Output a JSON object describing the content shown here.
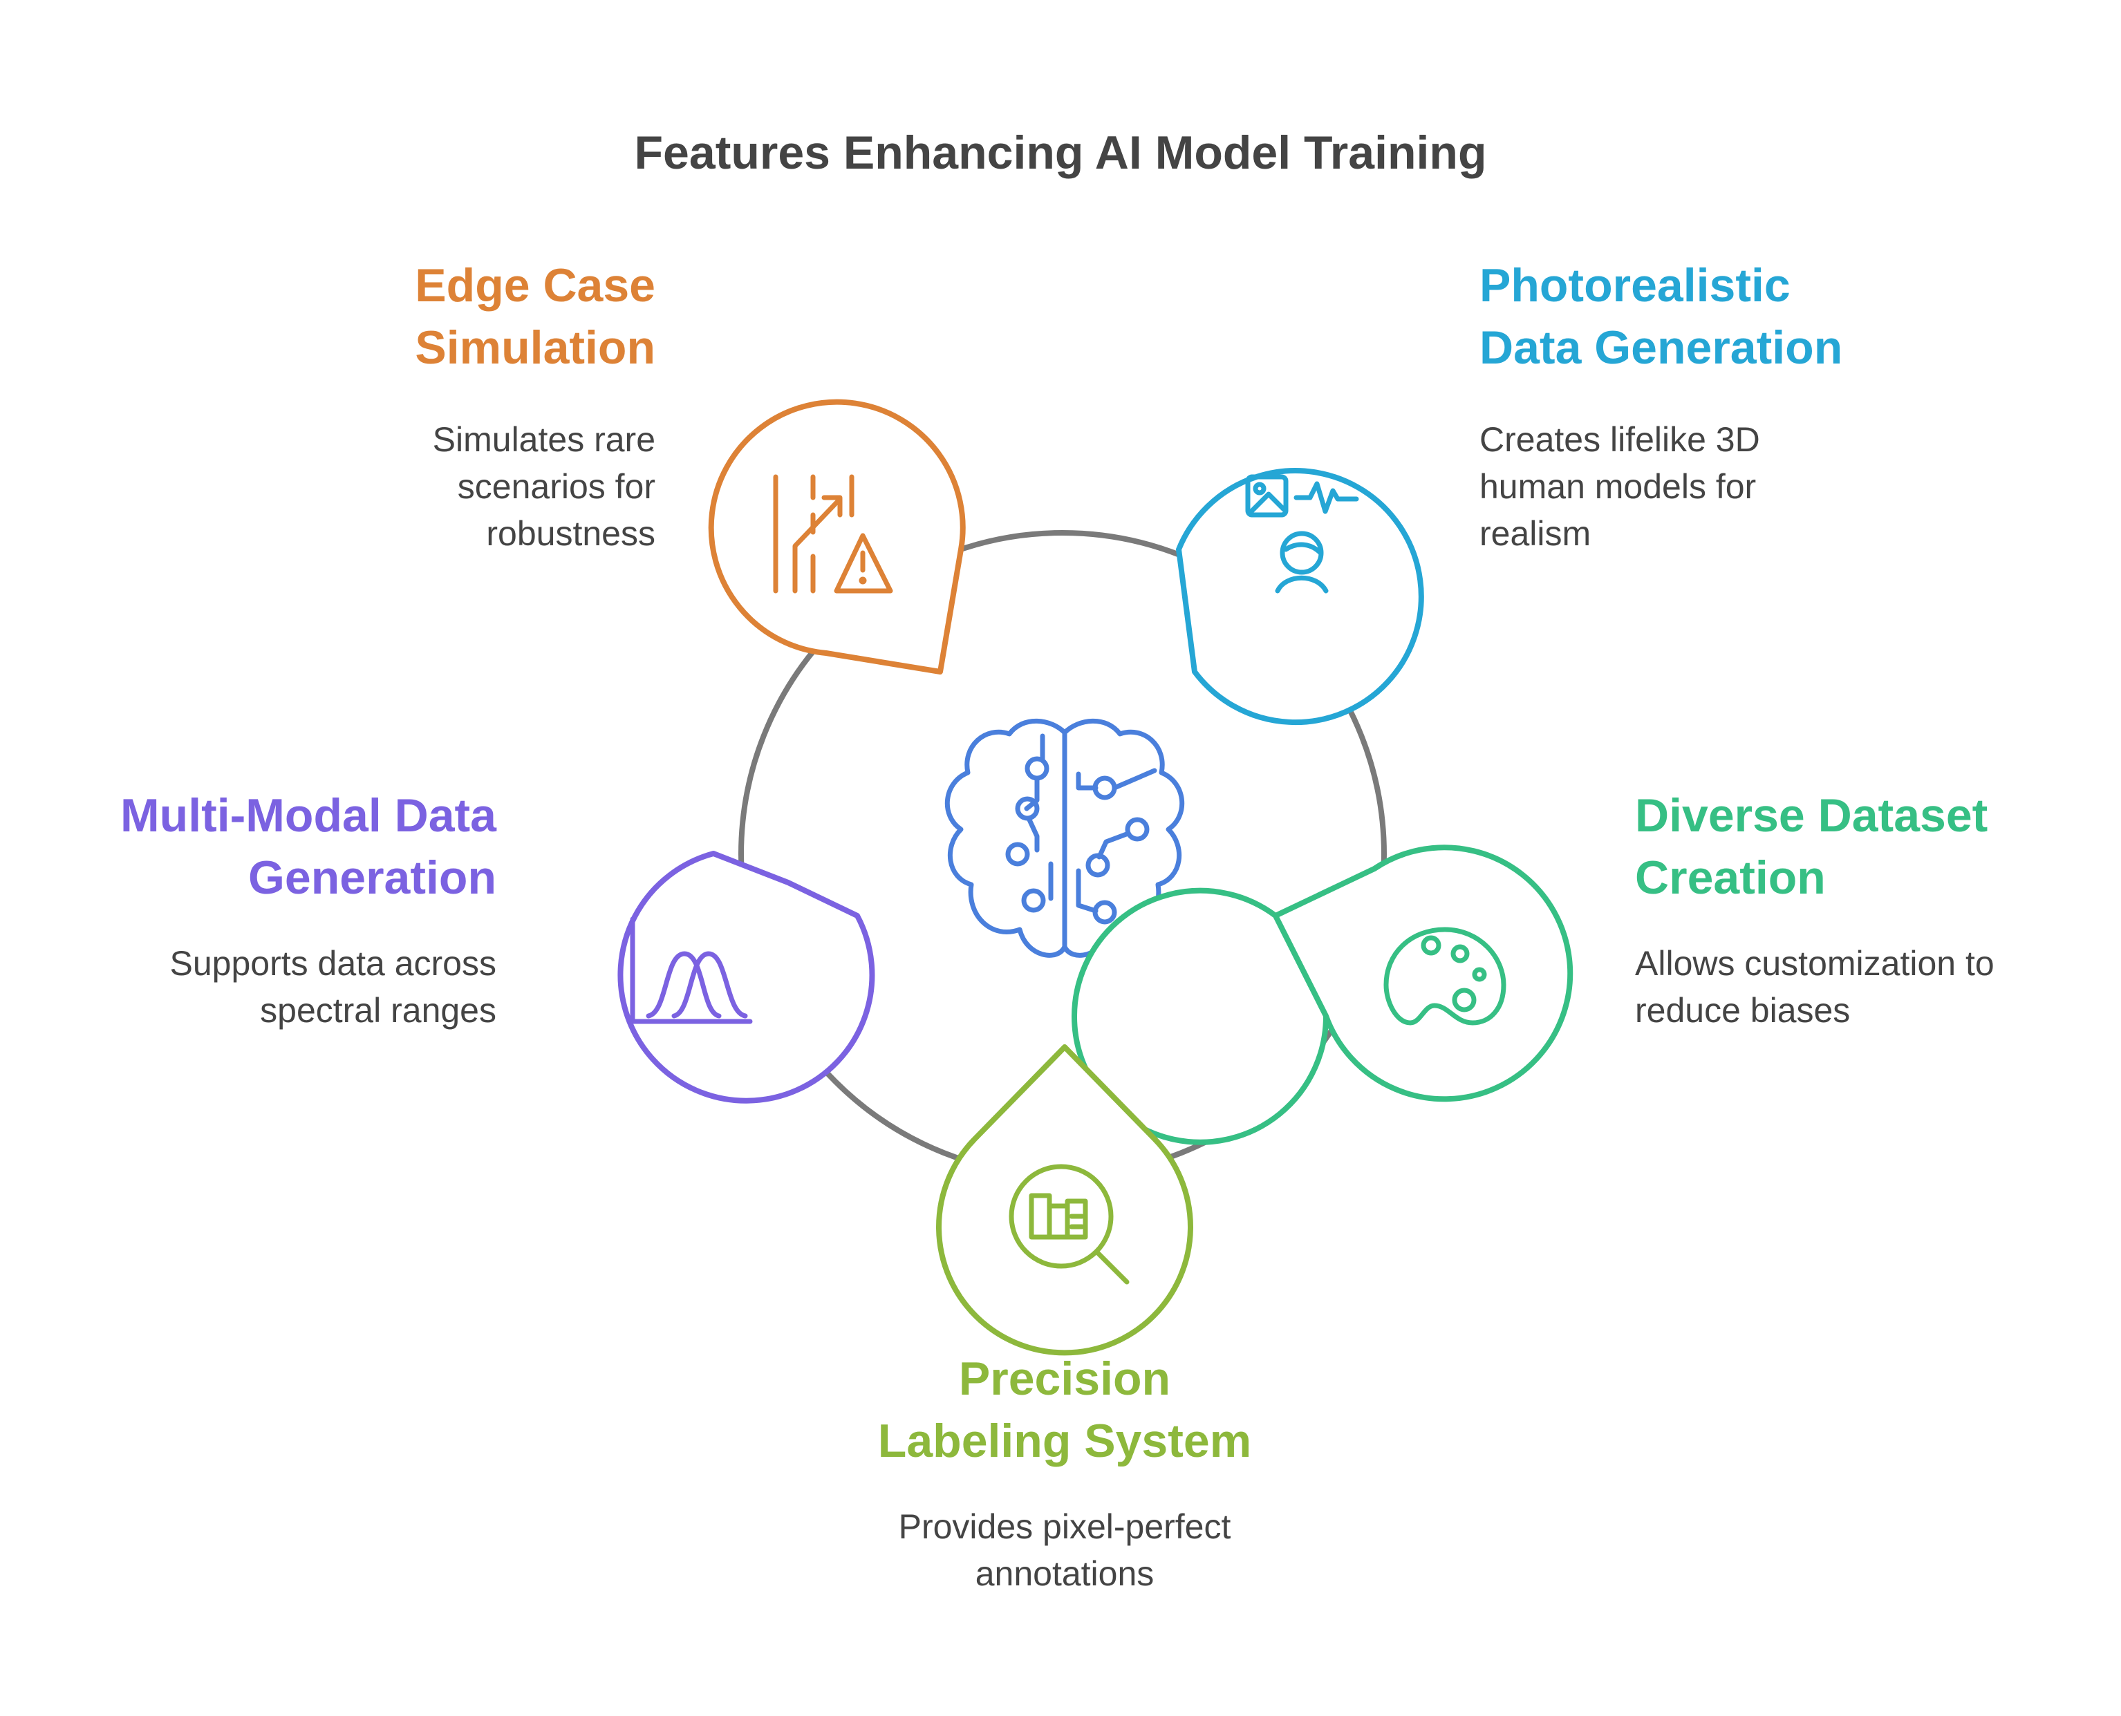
{
  "title": "Features Enhancing AI Model Training",
  "colors": {
    "ring": "#7a7a7a",
    "brain": "#4a7fdc",
    "edge_case": "#dd8236",
    "photorealistic": "#25a6d5",
    "diverse": "#36bf84",
    "precision": "#8db83c",
    "multimodal": "#7b62e1"
  },
  "features": {
    "edge_case": {
      "title": [
        "Edge Case",
        "Simulation"
      ],
      "desc": [
        "Simulates rare",
        "scenarios for",
        "robustness"
      ],
      "icon": "road-warning-icon"
    },
    "photorealistic": {
      "title": [
        "Photorealistic",
        "Data Generation"
      ],
      "desc": [
        "Creates lifelike 3D",
        "human models for",
        "realism"
      ],
      "icon": "image-person-icon"
    },
    "diverse": {
      "title": [
        "Diverse Dataset",
        "Creation"
      ],
      "desc": [
        "Allows customization to",
        "reduce biases"
      ],
      "icon": "palette-icon"
    },
    "precision": {
      "title": [
        "Precision",
        "Labeling System"
      ],
      "desc": [
        "Provides pixel-perfect",
        "annotations"
      ],
      "icon": "magnifier-chart-icon"
    },
    "multimodal": {
      "title": [
        "Multi-Modal Data",
        "Generation"
      ],
      "desc": [
        "Supports data across",
        "spectral ranges"
      ],
      "icon": "spectrum-chart-icon"
    }
  },
  "center_icon": "brain-circuit-icon"
}
